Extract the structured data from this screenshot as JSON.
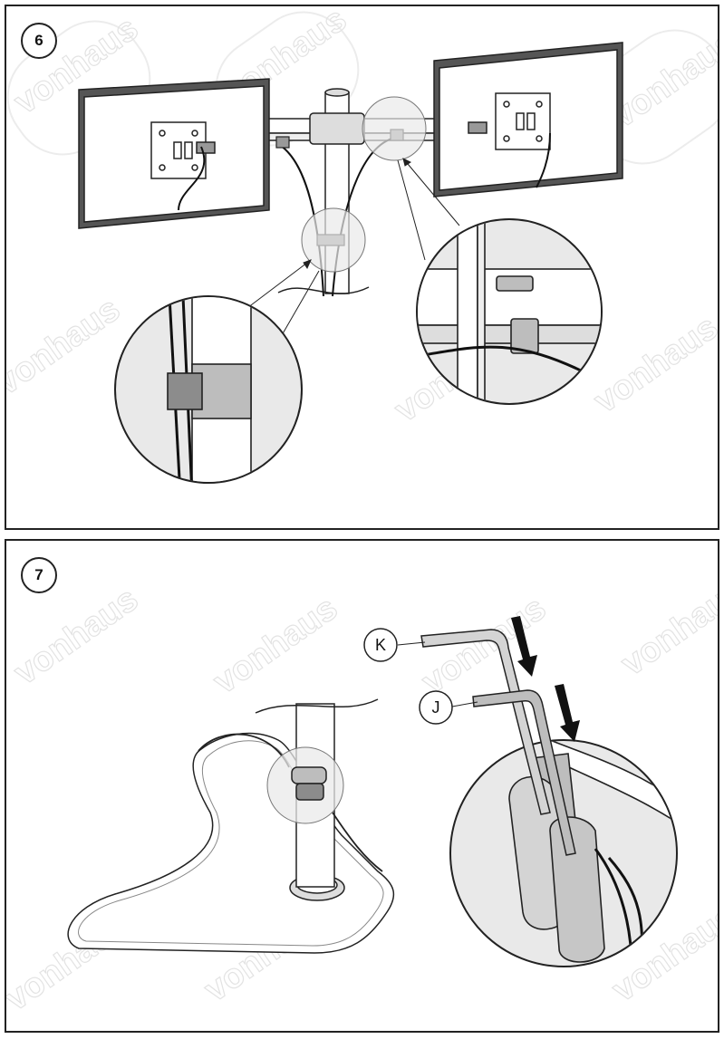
{
  "steps": [
    {
      "number": "6"
    },
    {
      "number": "7"
    }
  ],
  "watermark": {
    "text": "vonhaus",
    "color": "#e3e3e3"
  },
  "callouts": {
    "k_label": "K",
    "j_label": "J"
  },
  "colors": {
    "line": "#222222",
    "magnifier_fill": "#e9e9e9",
    "part_fill": "#bdbdbd",
    "clip_fill": "#8c8c8c"
  }
}
